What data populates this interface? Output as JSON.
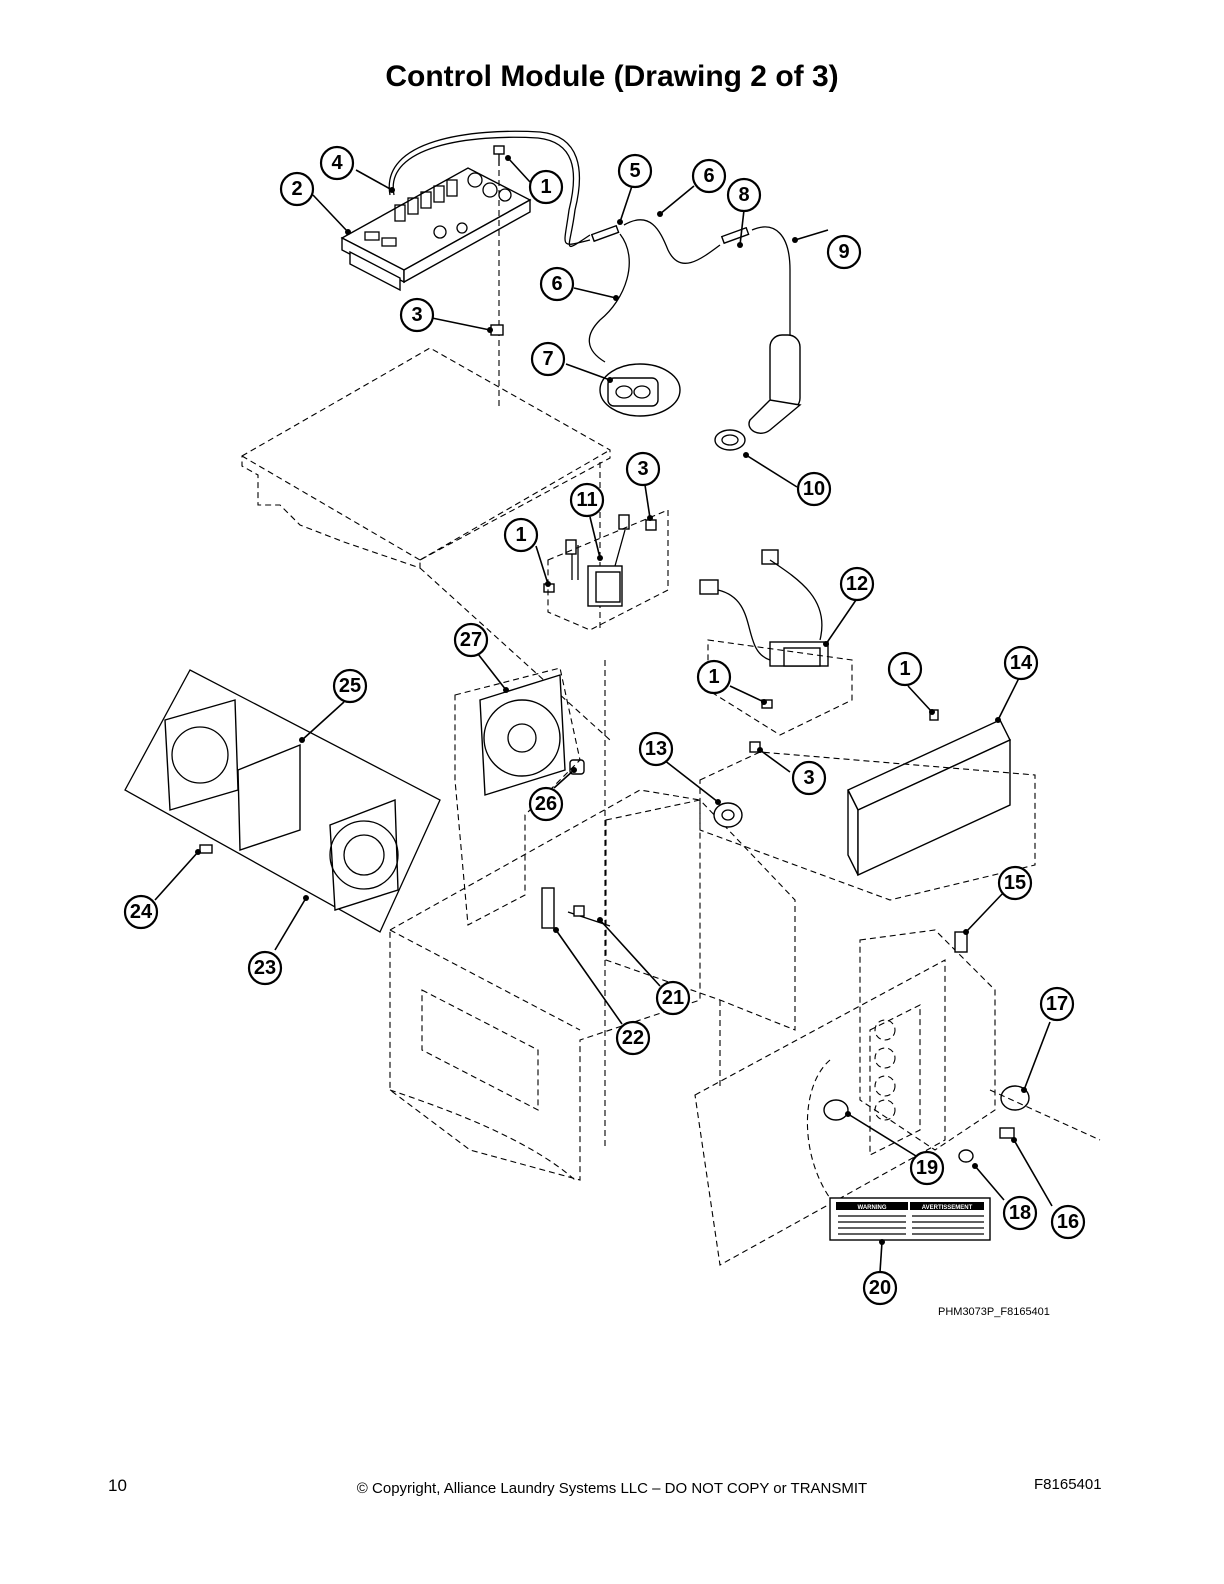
{
  "title": "Control Module (Drawing 2 of 3)",
  "drawing_reference": "PHM3073P_F8165401",
  "warning_label": {
    "left": "WARNING",
    "right": "AVERTISSEMENT"
  },
  "callouts": [
    "1",
    "2",
    "3",
    "4",
    "5",
    "6",
    "6",
    "7",
    "8",
    "9",
    "10",
    "11",
    "1",
    "3",
    "12",
    "1",
    "1",
    "14",
    "13",
    "3",
    "27",
    "25",
    "26",
    "24",
    "23",
    "15",
    "21",
    "22",
    "17",
    "19",
    "18",
    "16",
    "20"
  ],
  "footer": {
    "page_number": "10",
    "copyright": "© Copyright, Alliance Laundry Systems LLC – DO NOT COPY or TRANSMIT",
    "document_number": "F8165401"
  }
}
